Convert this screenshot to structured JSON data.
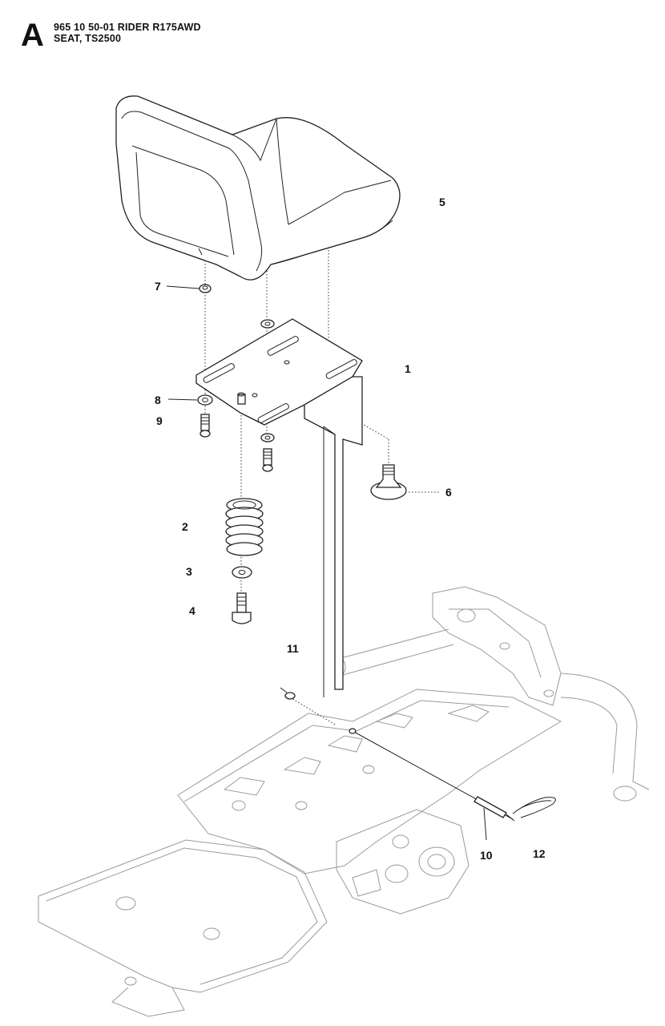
{
  "header": {
    "section_letter": "A",
    "title_line1": "965 10 50-01 RIDER R175AWD",
    "title_line2": "SEAT, TS2500"
  },
  "callouts": [
    "1",
    "2",
    "3",
    "4",
    "5",
    "6",
    "7",
    "8",
    "9",
    "10",
    "11",
    "12"
  ]
}
